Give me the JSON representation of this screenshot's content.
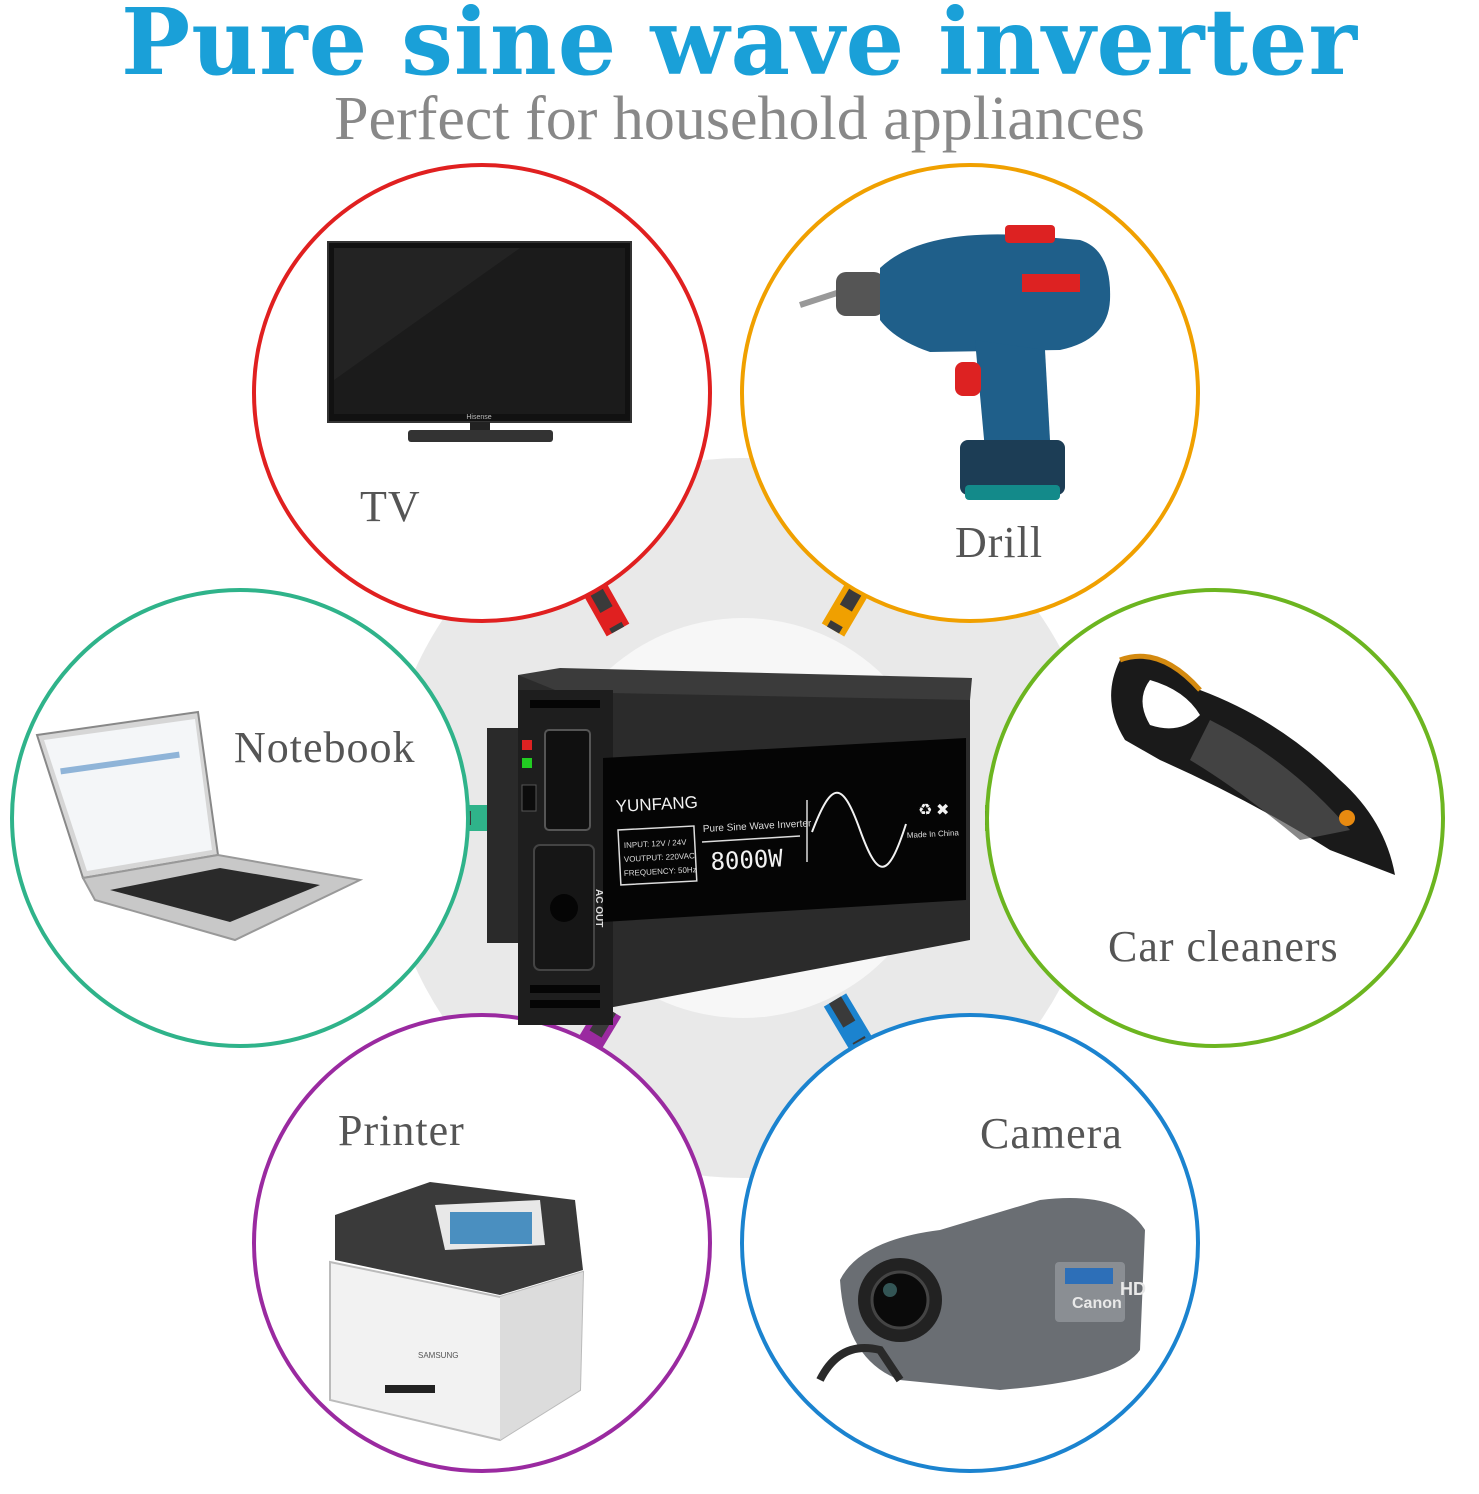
{
  "header": {
    "title": "Pure sine wave inverter",
    "subtitle": "Perfect for household appliances",
    "title_color": "#1aa0d8"
  },
  "appliances": [
    {
      "label": "TV",
      "color": "#e02020",
      "icon": "tv-icon"
    },
    {
      "label": "Drill",
      "color": "#f0a000",
      "icon": "drill-icon"
    },
    {
      "label": "Notebook",
      "color": "#2fb38a",
      "icon": "laptop-icon"
    },
    {
      "label": "Car cleaners",
      "color": "#6cb520",
      "icon": "vacuum-icon"
    },
    {
      "label": "Printer",
      "color": "#9a2aa0",
      "icon": "printer-icon"
    },
    {
      "label": "Camera",
      "color": "#1b83cf",
      "icon": "camera-icon"
    }
  ],
  "inverter": {
    "brand": "YUNFANG",
    "product_line": "Pure Sine Wave Inverter",
    "power": "8000W",
    "input": "INPUT: 12V / 24V",
    "output": "VOUTPUT: 220VAC",
    "frequency": "FREQUENCY: 50Hz",
    "origin": "Made In China",
    "socket_label": "AC OUT"
  },
  "devices": {
    "tv_brand": "Hisense",
    "printer_brand": "SAMSUNG",
    "camera_brand": "Canon",
    "camera_badge": "HD"
  }
}
